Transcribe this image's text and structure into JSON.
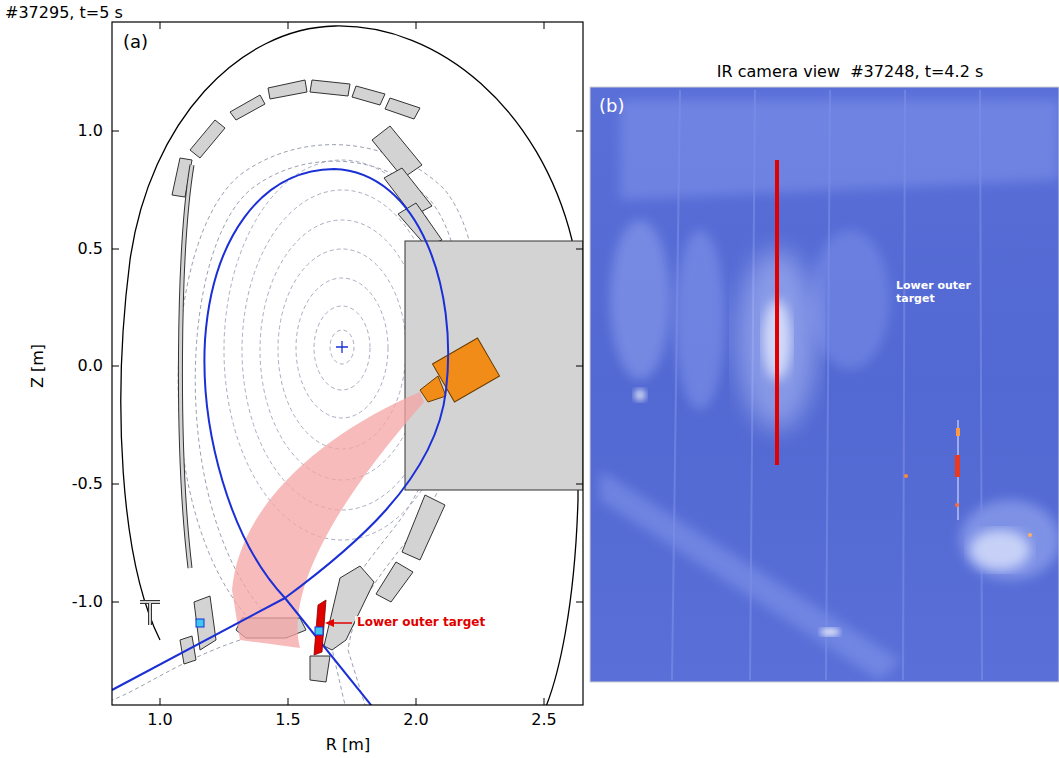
{
  "diagram": {
    "labels": [
      "#37295, t=5 s",
      "(a)",
      "1.0",
      "0.5",
      "0.0",
      "-0.5",
      "-1.0",
      "Z [m]",
      "1.0",
      "1.5",
      "2.0",
      "2.5",
      "R [m]",
      "Lower outer target",
      "IR camera view  #37248, t=4.2 s",
      "(b)",
      "Lower outer target"
    ]
  }
}
